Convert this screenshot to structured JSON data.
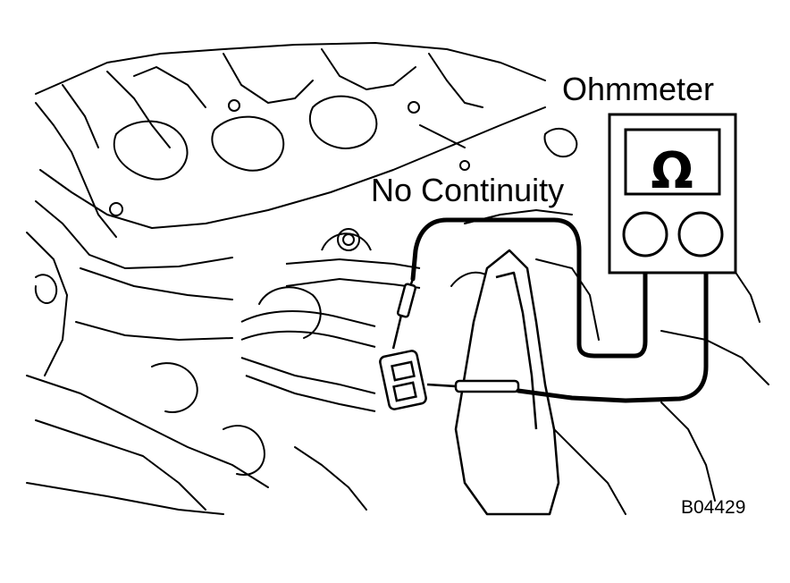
{
  "labels": {
    "ohmmeter": "Ohmmeter",
    "no_continuity": "No Continuity",
    "figure_code": "B04429"
  },
  "meter": {
    "symbol": "Ω"
  },
  "colors": {
    "line": "#000000",
    "background": "#ffffff"
  }
}
